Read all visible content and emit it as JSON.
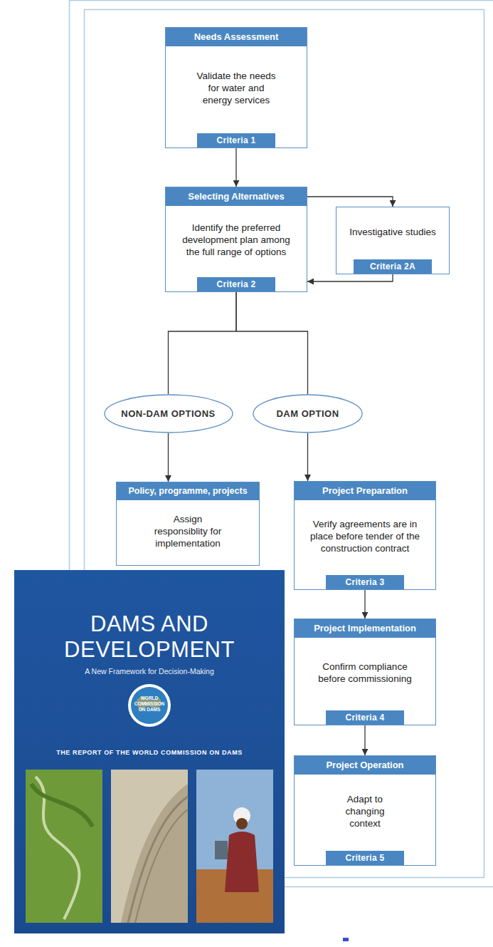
{
  "diagram": {
    "nodes": [
      {
        "text": [
          "Needs Assessment",
          "Validate the needs for water and energy services",
          "Criteria 1"
        ]
      },
      {
        "text": [
          "Selecting Alternatives",
          "Identify the preferred development plan among the full range of options",
          "Criteria 2"
        ]
      },
      {
        "text": [
          "Investigative studies",
          "Criteria 2A"
        ]
      },
      {
        "text": [
          "NON-DAM OPTIONS"
        ]
      },
      {
        "text": [
          "DAM OPTION"
        ]
      },
      {
        "text": [
          "Policy, programme, projects",
          "Assign responsiblity for implementation"
        ]
      },
      {
        "text": [
          "Project Preparation",
          "Verify agreements are in place before tender of the construction contract",
          "Criteria 3"
        ]
      },
      {
        "text": [
          "Project Implementation",
          "Confirm compliance before commissioning",
          "Criteria 4"
        ]
      },
      {
        "text": [
          "Project Operation",
          "Adapt to changing context",
          "Criteria 5"
        ]
      }
    ],
    "edges": [
      {
        "from": 0,
        "to": 1,
        "arrow": "to"
      },
      {
        "from": 1,
        "to": 2,
        "arrow": "to"
      },
      {
        "from": 2,
        "to": 1,
        "arrow": "to"
      },
      {
        "from": 1,
        "to": 3,
        "arrow": "none"
      },
      {
        "from": 1,
        "to": 4,
        "arrow": "none"
      },
      {
        "from": 3,
        "to": 5,
        "arrow": "to"
      },
      {
        "from": 4,
        "to": 6,
        "arrow": "to"
      },
      {
        "from": 6,
        "to": 7,
        "arrow": "to"
      },
      {
        "from": 7,
        "to": 8,
        "arrow": "to"
      }
    ],
    "labels": [
      "DAMS AND DEVELOPMENT",
      "A New Framework for Decision-Making",
      "WORLD COMMISSION ON DAMS",
      "THE REPORT OF THE WORLD COMMISSION ON DAMS"
    ]
  }
}
